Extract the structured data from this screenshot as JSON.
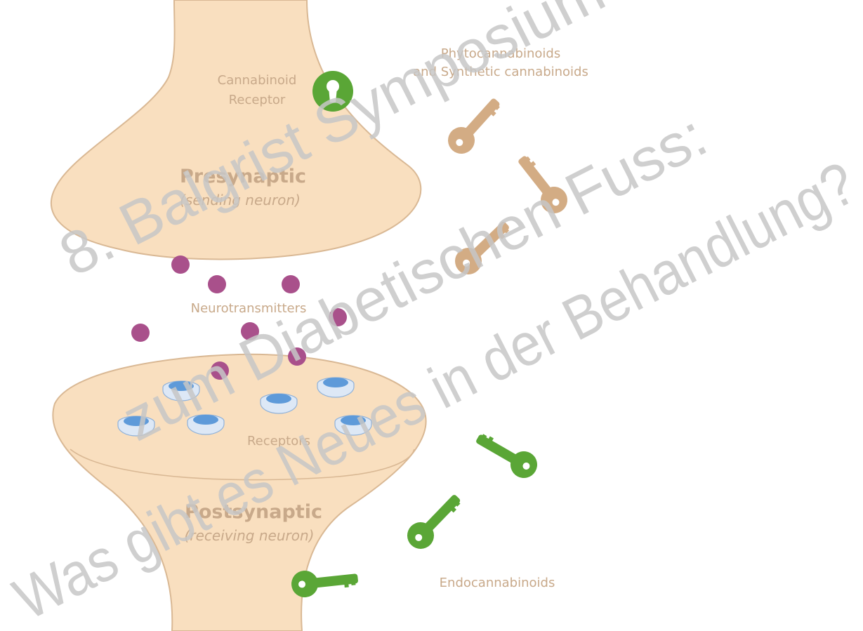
{
  "colors": {
    "neuron_fill": "#f9dfbf",
    "neuron_stroke": "#d9b894",
    "label": "#c8a98a",
    "phyto_key": "#d3ac84",
    "endo_key": "#5aa636",
    "neurotransmitter": "#a9508b",
    "receptor_cup": "#dde8f6",
    "receptor_top": "#5e9ad9",
    "watermark": "#c7c7c7"
  },
  "labels": {
    "cannabinoid_receptor": [
      "Cannabinoid",
      "Receptor"
    ],
    "presynaptic_title": "Presynaptic",
    "presynaptic_sub": "(sending neuron)",
    "neurotransmitters": "Neurotransmitters",
    "receptors": "Receptors",
    "postsynaptic_title": "Postsynaptic",
    "postsynaptic_sub": "(receiving neuron)",
    "phytocannabinoids": [
      "Phytocannabinoids",
      "and Synthetic cannabinoids"
    ],
    "endocannabinoids": "Endocannabinoids"
  },
  "watermark": {
    "lines": [
      "8. Balgrist Symposium",
      "zum Diabetischen Fuss:",
      "Was gibt es Neues in der Behandlung?"
    ]
  },
  "icons": {
    "receptor_lock": "keyhole-lock-icon",
    "phyto_key": "key-icon",
    "endo_key": "key-icon",
    "neurotransmitter": "dot-icon",
    "receptor": "cup-receptor-icon"
  }
}
